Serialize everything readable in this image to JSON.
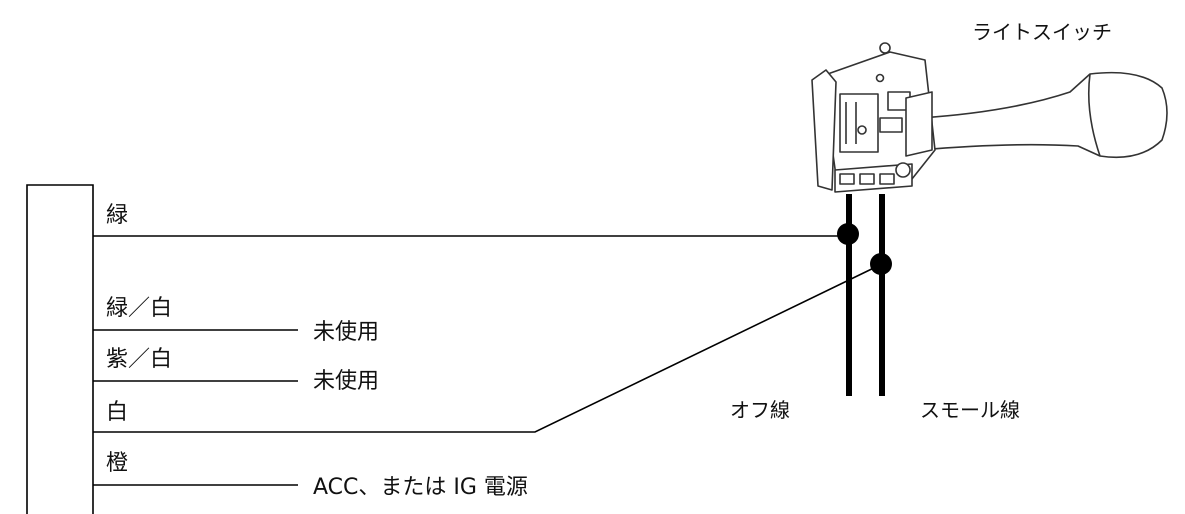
{
  "switch_label": "ライトスイッチ",
  "wires": [
    {
      "color_label": "緑"
    },
    {
      "color_label": "緑／白"
    },
    {
      "color_label": "紫／白"
    },
    {
      "color_label": "白"
    },
    {
      "color_label": "橙"
    }
  ],
  "notes": {
    "unused_1": "未使用",
    "unused_2": "未使用",
    "power": "ACC、または IG 電源"
  },
  "terminals": {
    "off": "オフ線",
    "small": "スモール線"
  }
}
